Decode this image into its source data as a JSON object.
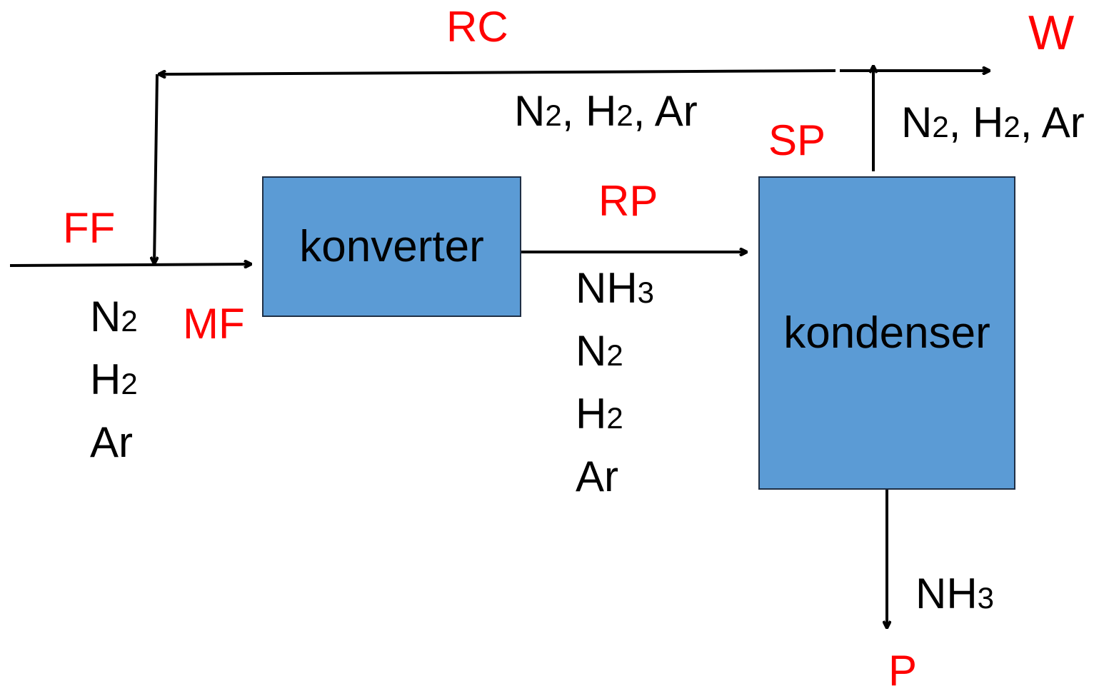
{
  "colors": {
    "box_fill": "#5b9bd5",
    "box_border": "#1f2f45",
    "stream_label": "#ff0000",
    "text": "#000000",
    "line": "#000000"
  },
  "units": {
    "converter": {
      "label": "konverter"
    },
    "condenser": {
      "label": "kondenser"
    }
  },
  "streams": {
    "ff": {
      "label": "FF"
    },
    "mf": {
      "label": "MF"
    },
    "rp": {
      "label": "RP"
    },
    "sp": {
      "label": "SP"
    },
    "rc": {
      "label": "RC"
    },
    "w": {
      "label": "W"
    },
    "p": {
      "label": "P"
    }
  },
  "species": {
    "feed": [
      {
        "base": "N",
        "sub": "2"
      },
      {
        "base": "H",
        "sub": "2"
      },
      {
        "base": "Ar",
        "sub": ""
      }
    ],
    "reactor_product": [
      {
        "base": "NH",
        "sub": "3"
      },
      {
        "base": "N",
        "sub": "2"
      },
      {
        "base": "H",
        "sub": "2"
      },
      {
        "base": "Ar",
        "sub": ""
      }
    ],
    "recycle": [
      {
        "base": "N",
        "sub": "2",
        "sep": ", "
      },
      {
        "base": "H",
        "sub": "2",
        "sep": ", "
      },
      {
        "base": "Ar",
        "sub": "",
        "sep": ""
      }
    ],
    "purge": [
      {
        "base": "N",
        "sub": "2",
        "sep": ", "
      },
      {
        "base": "H",
        "sub": "2",
        "sep": ", "
      },
      {
        "base": "Ar",
        "sub": "",
        "sep": ""
      }
    ],
    "product": [
      {
        "base": "NH",
        "sub": "3"
      }
    ]
  }
}
